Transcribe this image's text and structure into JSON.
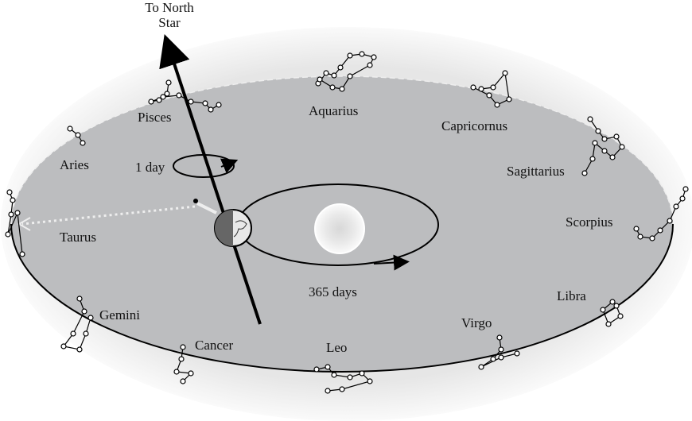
{
  "title_line1": "To North",
  "title_line2": "Star",
  "rotation_label": "1 day",
  "orbit_label": "365 days",
  "constellations": [
    "Pisces",
    "Aquarius",
    "Capricornus",
    "Aries",
    "Sagittarius",
    "Taurus",
    "Scorpius",
    "Gemini",
    "Libra",
    "Cancer",
    "Virgo",
    "Leo"
  ],
  "colors": {
    "outer": "#e8e8e8",
    "plane": "#bcbdbf",
    "sun": "#f2f2f2"
  }
}
